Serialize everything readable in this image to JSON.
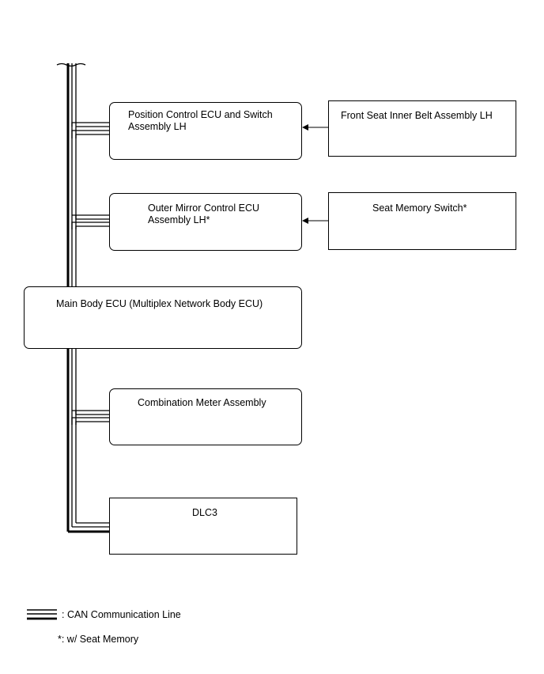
{
  "diagram": {
    "ecus": {
      "position_control": "Position Control ECU and Switch\nAssembly LH",
      "outer_mirror": "Outer Mirror Control ECU\nAssembly LH*",
      "main_body": "Main Body ECU (Multiplex Network Body ECU)",
      "combination_meter": "Combination Meter Assembly",
      "dlc3": "DLC3"
    },
    "inputs": {
      "front_seat_belt": "Front Seat Inner Belt Assembly LH",
      "seat_memory_switch": "Seat Memory Switch*"
    }
  },
  "legend": {
    "can_line": ": CAN Communication Line",
    "footnote": "*: w/ Seat Memory"
  }
}
